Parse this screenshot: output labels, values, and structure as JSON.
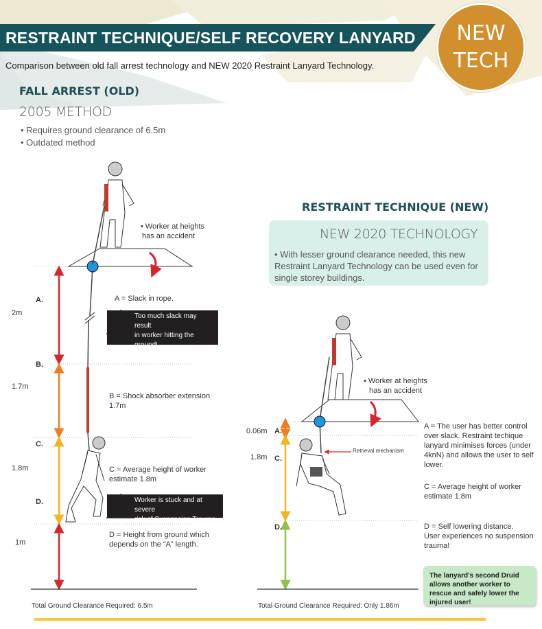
{
  "header": {
    "title": "RESTRAINT TECHNIQUE/SELF RECOVERY LANYARD",
    "subtitle": "Comparison between old fall arrest technology and NEW 2020 Restraint Lanyard Technology.",
    "badge_line1": "NEW",
    "badge_line2": "TECH"
  },
  "old": {
    "heading": "FALL ARREST (OLD)",
    "method": "2005 METHOD",
    "bullets": [
      "• Requires ground clearance of 6.5m",
      "• Outdated method"
    ],
    "accident": [
      "• Worker at heights",
      "has an accident"
    ],
    "labels": {
      "a": "A.",
      "b": "B.",
      "c": "C.",
      "d": "D."
    },
    "dims": {
      "a": "2m",
      "b": "1.7m",
      "c": "1.8m",
      "d": "1m"
    },
    "desc": {
      "a": "A = Slack in rope.",
      "b1": "B = Shock absorber extension",
      "b2": "1.7m",
      "c1": "C = Average height of worker",
      "c2": "estimate 1.8m",
      "d1": "D = Height from ground which",
      "d2": "depends on the “A” length."
    },
    "warn1": [
      "Too much slack may result",
      "in worker hitting the",
      "ground!"
    ],
    "warn2": [
      "Worker is stuck and at severe",
      "risk of Suspension Trauma"
    ],
    "footer": "Total Ground Clearance Required: 6.5m"
  },
  "new": {
    "heading": "RESTRAINT TECHNIQUE (NEW)",
    "method": "NEW 2020 TECHNOLOGY",
    "info": [
      "• With lesser ground clearance needed, this new",
      "Restraint Lanyard Technology can be used even for",
      "single storey buildings."
    ],
    "accident": [
      "• Worker at heights",
      "has an accident"
    ],
    "labels": {
      "a": "A.",
      "c": "C.",
      "d": "D."
    },
    "dims": {
      "a": "0.06m",
      "c": "1.8m"
    },
    "retrieval": "Retrieval mechanism",
    "desc": {
      "a": [
        "A = The user has better control",
        "over slack. Restraint techique",
        "lanyard minimises forces (under",
        "4knN) and allows the user to self",
        "lower."
      ],
      "c": [
        "C = Average height of worker",
        "estimate 1.8m"
      ],
      "d": [
        "D = Self lowering distance.",
        "User experiences no suspension",
        "trauma!"
      ]
    },
    "druid": "The lanyard's second Druid allows another worker to rescue and safely lower the injured user!",
    "footer": "Total Ground Clearance Required: Only 1.86m"
  },
  "colors": {
    "banner": "#16535b",
    "badge": "#d18f2e",
    "arrow_red": "#d6262d",
    "arrow_orange": "#ef7d23",
    "arrow_yellow": "#f2b41f",
    "arrow_green": "#8fc24a",
    "node_blue": "#2196d9",
    "footer_bar": "#f6c844"
  }
}
